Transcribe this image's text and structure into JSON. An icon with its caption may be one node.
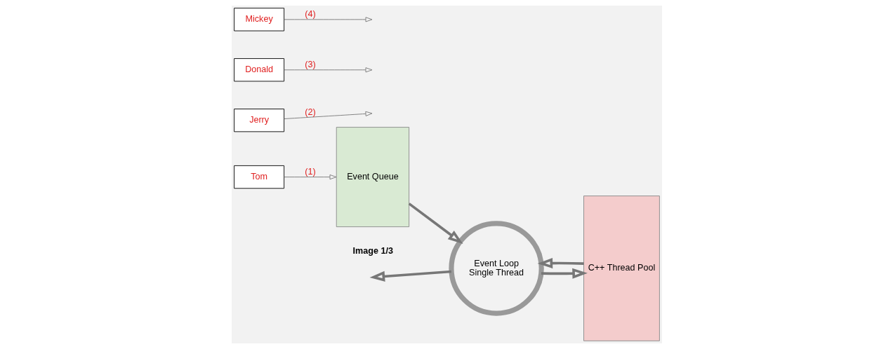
{
  "diagram": {
    "nodes": [
      {
        "text": [
          "Mickey"
        ]
      },
      {
        "text": [
          "Donald"
        ]
      },
      {
        "text": [
          "Jerry"
        ]
      },
      {
        "text": [
          "Tom"
        ]
      },
      {
        "text": [
          "Event Queue"
        ]
      },
      {
        "text": [
          "Event Loop",
          "Single Thread"
        ]
      },
      {
        "text": [
          "C++ Thread Pool"
        ]
      }
    ],
    "edges": [
      {
        "from": 0,
        "to": null,
        "arrow": "to",
        "label": "(4)"
      },
      {
        "from": 1,
        "to": null,
        "arrow": "to",
        "label": "(3)"
      },
      {
        "from": 2,
        "to": null,
        "arrow": "to",
        "label": "(2)"
      },
      {
        "from": 3,
        "to": 4,
        "arrow": "to",
        "label": "(1)"
      },
      {
        "from": 4,
        "to": 5,
        "arrow": "to",
        "style": "thick"
      },
      {
        "from": 5,
        "to": 6,
        "arrow": "to",
        "style": "thick"
      },
      {
        "from": 6,
        "to": 5,
        "arrow": "to",
        "style": "thick"
      },
      {
        "from": 5,
        "to": null,
        "arrow": "to",
        "style": "thick"
      }
    ],
    "labels": [
      "Image 1/3"
    ]
  }
}
